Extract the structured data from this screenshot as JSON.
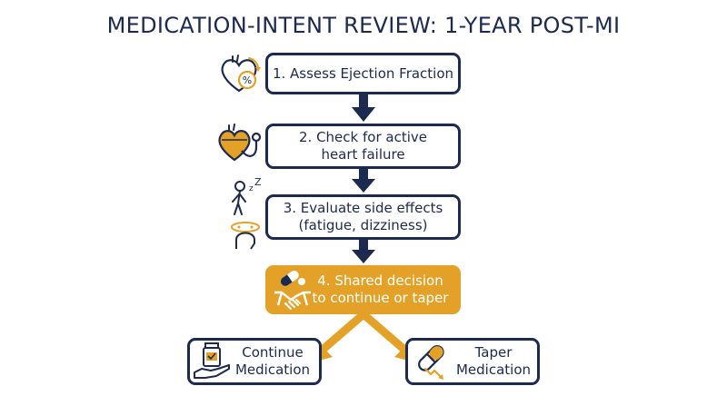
{
  "title": "MEDICATION-INTENT REVIEW: 1-YEAR POST-MI",
  "colors": {
    "navy": "#1c2a4f",
    "gold": "#e3a227",
    "white": "#ffffff"
  },
  "steps": [
    {
      "lines": [
        "1. Assess Ejection Fraction"
      ],
      "icon": "heart-percent-icon"
    },
    {
      "lines": [
        "2. Check for active",
        "heart failure"
      ],
      "icon": "heart-stethoscope-icon"
    },
    {
      "lines": [
        "3. Evaluate side effects",
        "(fatigue, dizziness)"
      ],
      "icons": [
        "tired-person-icon",
        "dizzy-head-icon"
      ]
    },
    {
      "lines": [
        "4. Shared decision",
        "to continue or taper"
      ],
      "icons": [
        "pills-icon",
        "handshake-icon"
      ]
    }
  ],
  "outcomes": [
    {
      "lines": [
        "Continue",
        "Medication"
      ],
      "icon": "medicine-bottle-hand-icon"
    },
    {
      "lines": [
        "Taper",
        "Medication"
      ],
      "icon": "capsule-decrease-icon"
    }
  ]
}
